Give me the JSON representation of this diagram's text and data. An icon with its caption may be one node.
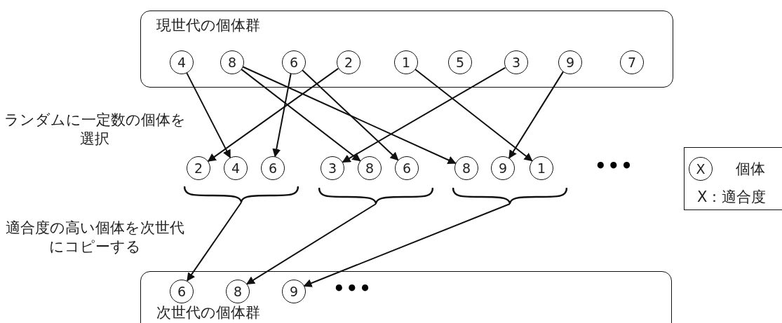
{
  "diagram": {
    "nodes": [
      {
        "text": [
          "現世代の個体群"
        ]
      },
      {
        "text": [
          "4"
        ],
        "in": 0
      },
      {
        "text": [
          "8"
        ],
        "in": 0
      },
      {
        "text": [
          "6"
        ],
        "in": 0
      },
      {
        "text": [
          "2"
        ],
        "in": 0
      },
      {
        "text": [
          "1"
        ],
        "in": 0
      },
      {
        "text": [
          "5"
        ],
        "in": 0
      },
      {
        "text": [
          "3"
        ],
        "in": 0
      },
      {
        "text": [
          "9"
        ],
        "in": 0
      },
      {
        "text": [
          "7"
        ],
        "in": 0
      },
      {
        "text": [
          "2"
        ]
      },
      {
        "text": [
          "4"
        ]
      },
      {
        "text": [
          "6"
        ]
      },
      {
        "text": [
          "3"
        ]
      },
      {
        "text": [
          "8"
        ]
      },
      {
        "text": [
          "6"
        ]
      },
      {
        "text": [
          "8"
        ]
      },
      {
        "text": [
          "9"
        ]
      },
      {
        "text": [
          "1"
        ]
      },
      {
        "text": [],
        "shape": "brace"
      },
      {
        "text": [],
        "shape": "brace"
      },
      {
        "text": [],
        "shape": "brace"
      },
      {
        "text": [
          "次世代の個体群"
        ]
      },
      {
        "text": [
          "6"
        ],
        "in": 22
      },
      {
        "text": [
          "8"
        ],
        "in": 22
      },
      {
        "text": [
          "9"
        ],
        "in": 22
      },
      {
        "text": [
          "個体",
          "X：適合度"
        ]
      },
      {
        "text": [
          "X"
        ],
        "in": 26
      }
    ],
    "edges": [
      {
        "from": 1,
        "to": 11,
        "arrow": "to"
      },
      {
        "from": 2,
        "to": 14,
        "arrow": "to"
      },
      {
        "from": 2,
        "to": 16,
        "arrow": "to"
      },
      {
        "from": 3,
        "to": 12,
        "arrow": "to"
      },
      {
        "from": 3,
        "to": 15,
        "arrow": "to"
      },
      {
        "from": 4,
        "to": 10,
        "arrow": "to"
      },
      {
        "from": 5,
        "to": 18,
        "arrow": "to"
      },
      {
        "from": 7,
        "to": 13,
        "arrow": "to"
      },
      {
        "from": 8,
        "to": 17,
        "arrow": "to"
      },
      {
        "from": 19,
        "to": 23,
        "arrow": "to"
      },
      {
        "from": 20,
        "to": 24,
        "arrow": "to"
      },
      {
        "from": 21,
        "to": 25,
        "arrow": "to"
      }
    ],
    "labels": [
      "ランダムに一定数の個体を選択",
      "•••",
      "適合度の高い個体を次世代にコピーする",
      "•••"
    ]
  }
}
